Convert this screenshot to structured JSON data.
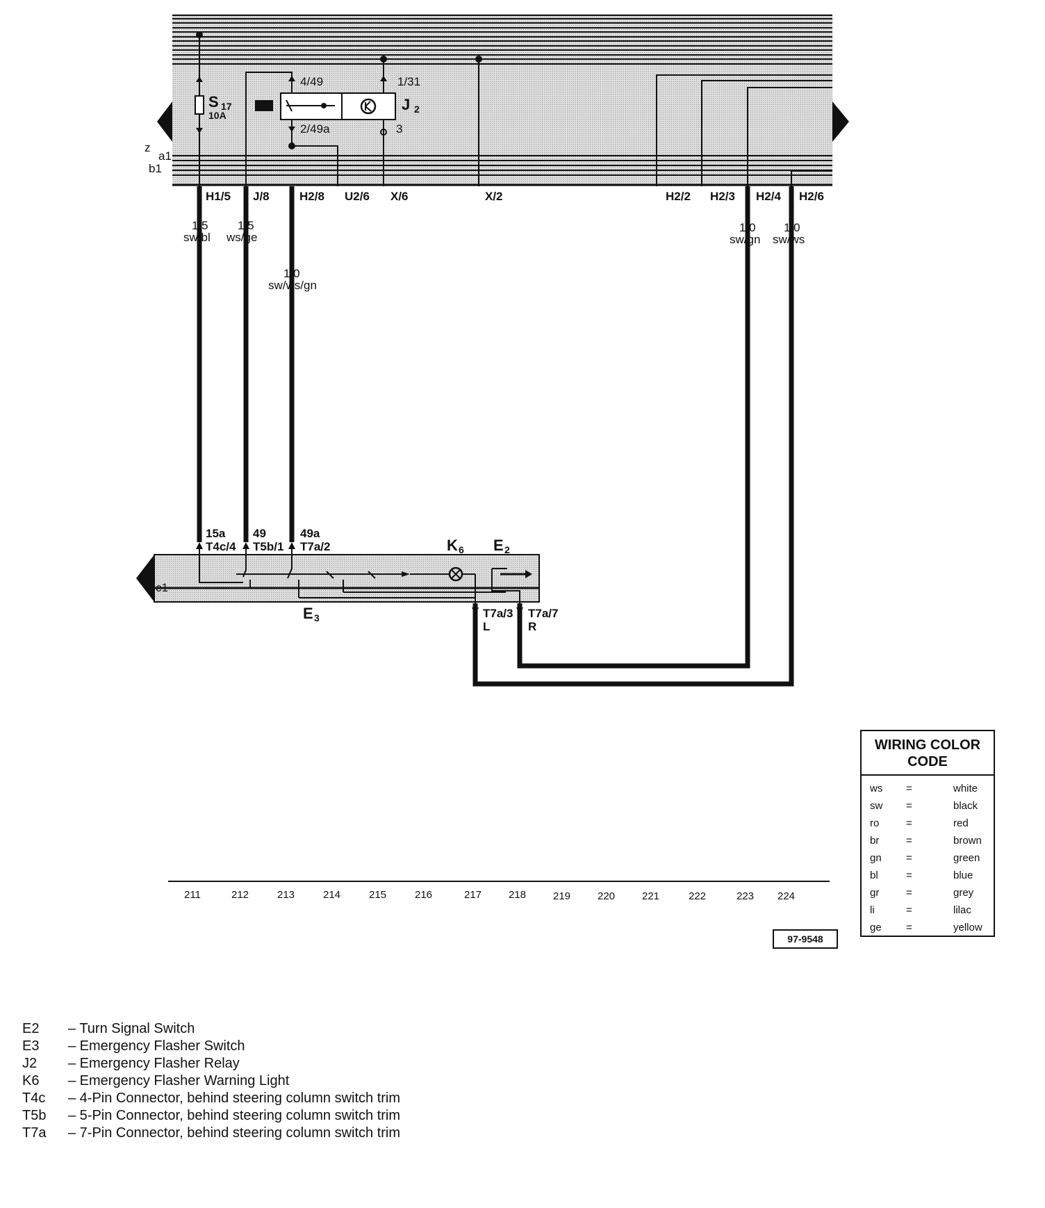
{
  "components": {
    "fuse": {
      "name": "S",
      "sub": "17",
      "rating": "10A"
    },
    "relay": {
      "name": "J",
      "sub": "2",
      "pin_49": "4/49",
      "pin_31": "1/31",
      "pin_49a": "2/49a",
      "pin_3": "3"
    },
    "warning_light": {
      "name": "K",
      "sub": "6"
    },
    "turn_signal_switch": {
      "name": "E",
      "sub": "2"
    },
    "flasher_switch": {
      "name": "E",
      "sub": "3"
    }
  },
  "rail_labels": {
    "z": "z",
    "a1": "a1",
    "b1": "b1",
    "c1": "c1"
  },
  "terminals": [
    "H1/5",
    "J/8",
    "H2/8",
    "U2/6",
    "X/6",
    "X/2",
    "H2/2",
    "H2/3",
    "H2/4",
    "H2/6"
  ],
  "wires": [
    {
      "size": "1,5",
      "color": "sw/bl"
    },
    {
      "size": "1,5",
      "color": "ws/ge"
    },
    {
      "size": "1,0",
      "color": "sw/ws/gn"
    },
    {
      "size": "1,0",
      "color": "sw/gn"
    },
    {
      "size": "1,0",
      "color": "sw/ws"
    }
  ],
  "switch_pins": [
    {
      "top": "15a",
      "bottom": "T4c/4"
    },
    {
      "top": "49",
      "bottom": "T5b/1"
    },
    {
      "top": "49a",
      "bottom": "T7a/2"
    },
    {
      "top": "T7a/3",
      "bottom": "L"
    },
    {
      "top": "T7a/7",
      "bottom": "R"
    }
  ],
  "current_track": [
    "211",
    "212",
    "213",
    "214",
    "215",
    "216",
    "217",
    "218",
    "219",
    "220",
    "221",
    "222",
    "223",
    "224"
  ],
  "color_code": {
    "title_line1": "WIRING COLOR",
    "title_line2": "CODE",
    "entries": [
      {
        "code": "ws",
        "eq": "=",
        "name": "white"
      },
      {
        "code": "sw",
        "eq": "=",
        "name": "black"
      },
      {
        "code": "ro",
        "eq": "=",
        "name": "red"
      },
      {
        "code": "br",
        "eq": "=",
        "name": "brown"
      },
      {
        "code": "gn",
        "eq": "=",
        "name": "green"
      },
      {
        "code": "bl",
        "eq": "=",
        "name": "blue"
      },
      {
        "code": "gr",
        "eq": "=",
        "name": "grey"
      },
      {
        "code": "li",
        "eq": "=",
        "name": "lilac"
      },
      {
        "code": "ge",
        "eq": "=",
        "name": "yellow"
      }
    ]
  },
  "doc_id": "97-9548",
  "legend": [
    {
      "code": "E2",
      "desc": "– Turn Signal Switch"
    },
    {
      "code": "E3",
      "desc": "– Emergency Flasher Switch"
    },
    {
      "code": "J2",
      "desc": "– Emergency Flasher Relay"
    },
    {
      "code": "K6",
      "desc": "– Emergency Flasher Warning Light"
    },
    {
      "code": "T4c",
      "desc": "– 4-Pin Connector, behind steering column switch trim"
    },
    {
      "code": "T5b",
      "desc": "– 5-Pin Connector, behind steering column switch trim"
    },
    {
      "code": "T7a",
      "desc": "– 7-Pin Connector, behind steering column switch trim"
    }
  ],
  "colors": {
    "ink": "#111111",
    "panel": "#d2d2d2"
  }
}
